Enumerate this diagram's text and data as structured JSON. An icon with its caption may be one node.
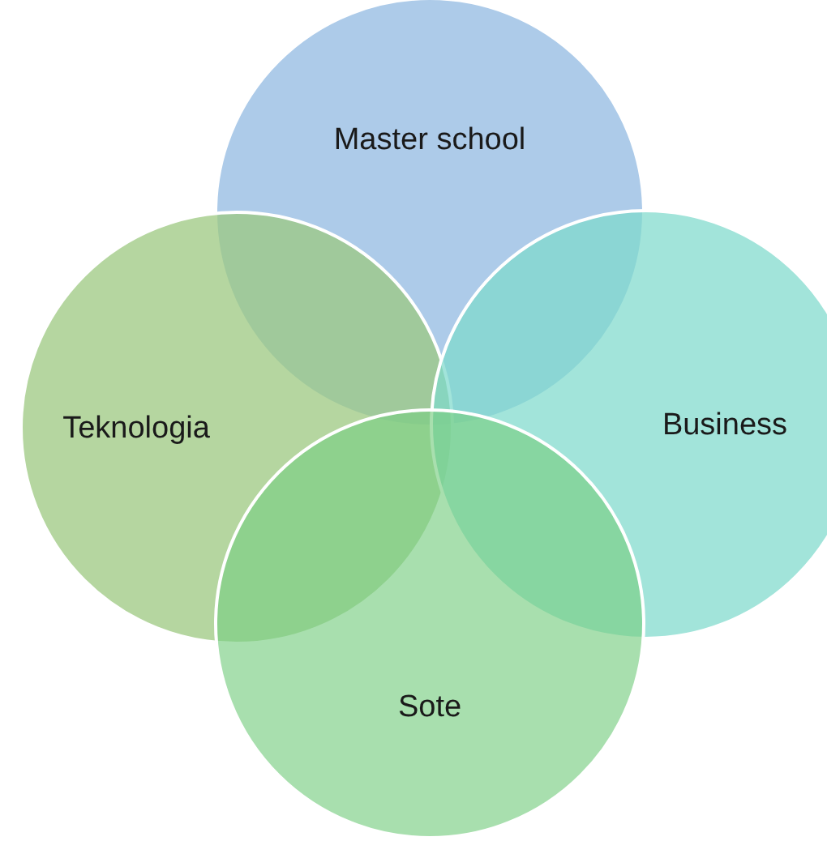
{
  "diagram": {
    "nodes": [
      {
        "text": [
          "Master school"
        ]
      },
      {
        "text": [
          "Teknologia"
        ]
      },
      {
        "text": [
          "Business"
        ]
      },
      {
        "text": [
          "Sote"
        ]
      }
    ]
  }
}
